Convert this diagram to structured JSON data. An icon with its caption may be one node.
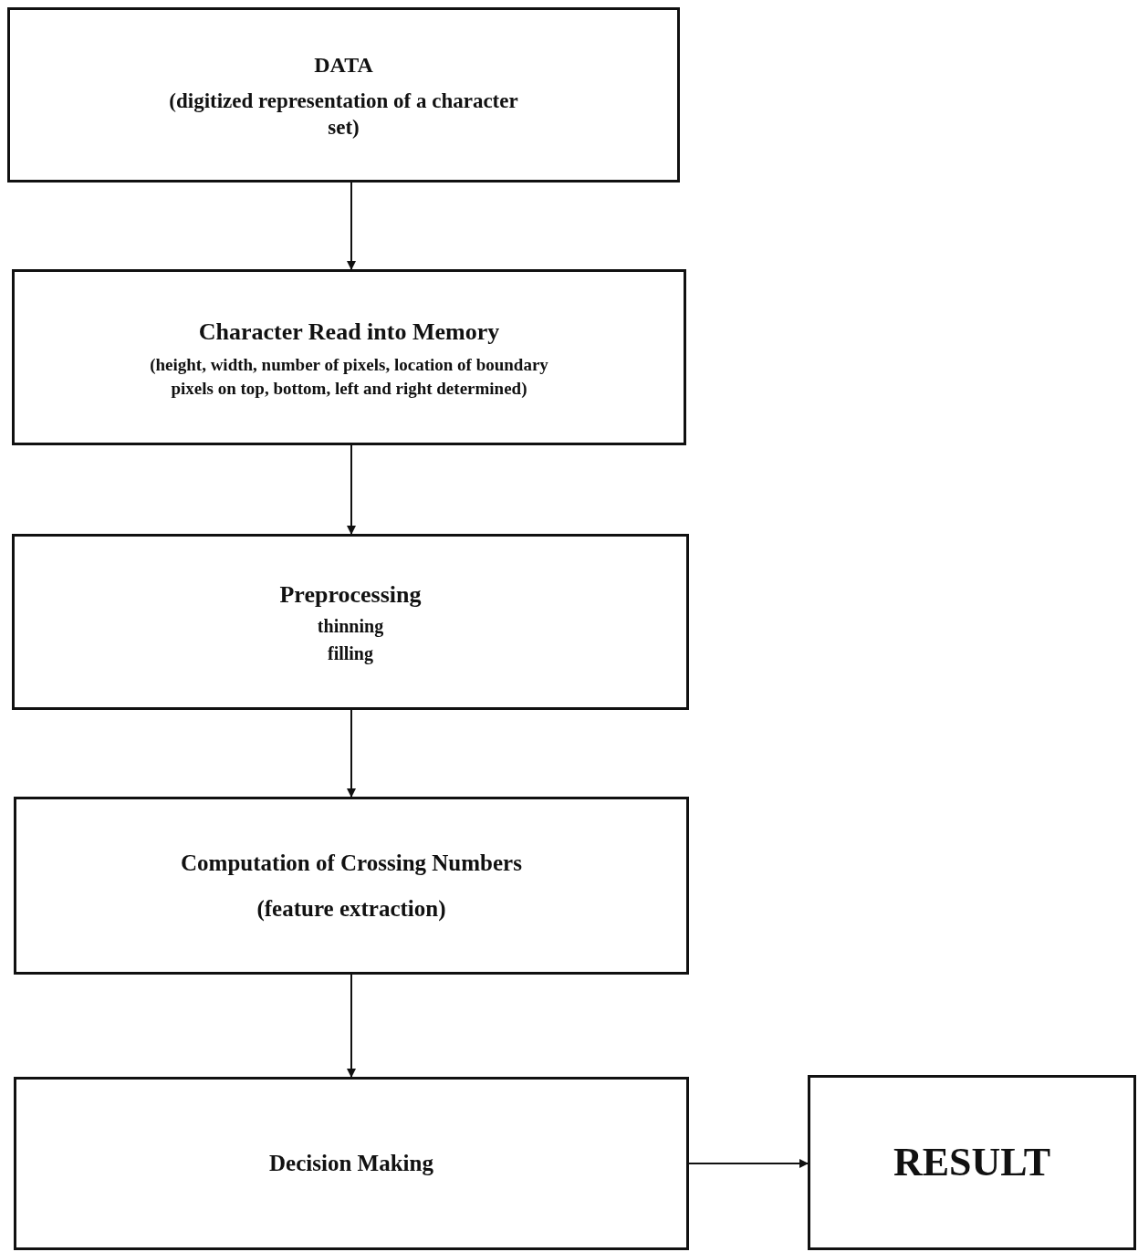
{
  "diagram": {
    "nodes": [
      {
        "text": [
          "DATA",
          "(digitized representation of a character set)"
        ]
      },
      {
        "text": [
          "Character Read into Memory",
          "(height, width, number of pixels, location of boundary pixels on top, bottom, left and right determined)"
        ]
      },
      {
        "text": [
          "Preprocessing",
          "thinning",
          "filling"
        ]
      },
      {
        "text": [
          "Computation of Crossing Numbers",
          "(feature extraction)"
        ]
      },
      {
        "text": [
          "Decision Making"
        ]
      },
      {
        "text": [
          "RESULT"
        ]
      }
    ],
    "edges": [
      {
        "from": 0,
        "to": 1,
        "arrow": "to"
      },
      {
        "from": 1,
        "to": 2,
        "arrow": "to"
      },
      {
        "from": 2,
        "to": 3,
        "arrow": "to"
      },
      {
        "from": 3,
        "to": 4,
        "arrow": "to"
      },
      {
        "from": 4,
        "to": 5,
        "arrow": "to"
      }
    ]
  }
}
